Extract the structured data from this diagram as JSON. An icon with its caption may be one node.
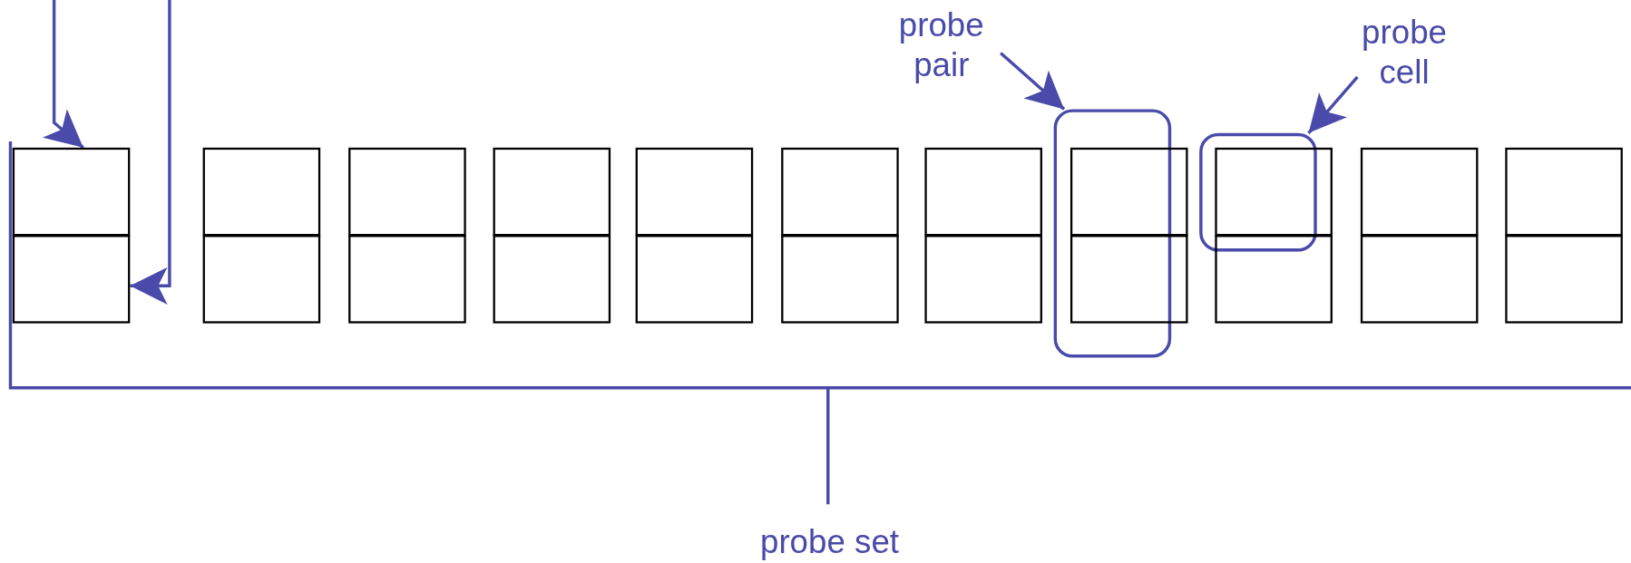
{
  "diagram": {
    "nodes": [
      {
        "text": [
          "probe pair"
        ]
      },
      {
        "text": [
          "probe cell"
        ]
      },
      {
        "text": [],
        "shape": "box"
      },
      {
        "text": [],
        "shape": "box"
      },
      {
        "text": [],
        "shape": "box"
      },
      {
        "text": [],
        "shape": "box"
      },
      {
        "text": [],
        "shape": "box"
      },
      {
        "text": [],
        "shape": "box"
      },
      {
        "text": [],
        "shape": "box"
      },
      {
        "text": [],
        "shape": "box"
      },
      {
        "text": [],
        "shape": "box"
      },
      {
        "text": [],
        "shape": "box"
      },
      {
        "text": [],
        "shape": "box"
      },
      {
        "text": [],
        "shape": "box"
      },
      {
        "text": [],
        "shape": "box"
      },
      {
        "text": [],
        "shape": "box"
      },
      {
        "text": [],
        "shape": "box"
      },
      {
        "text": [],
        "shape": "box",
        "in": 16
      },
      {
        "text": [],
        "shape": "box",
        "in": 16
      },
      {
        "text": [],
        "shape": "box"
      },
      {
        "text": [],
        "shape": "box",
        "in": 19
      },
      {
        "text": [],
        "shape": "box"
      },
      {
        "text": [],
        "shape": "box"
      },
      {
        "text": [],
        "shape": "box"
      },
      {
        "text": [],
        "shape": "box"
      },
      {
        "text": [],
        "shape": "box"
      }
    ],
    "edges": [
      {
        "from": null,
        "to": 2,
        "arrow": "to"
      },
      {
        "from": null,
        "to": 3,
        "arrow": "to"
      },
      {
        "from": 0,
        "to": 16,
        "arrow": "to"
      },
      {
        "from": 1,
        "to": 19,
        "arrow": "to"
      }
    ],
    "labels": [
      "probe set"
    ]
  }
}
